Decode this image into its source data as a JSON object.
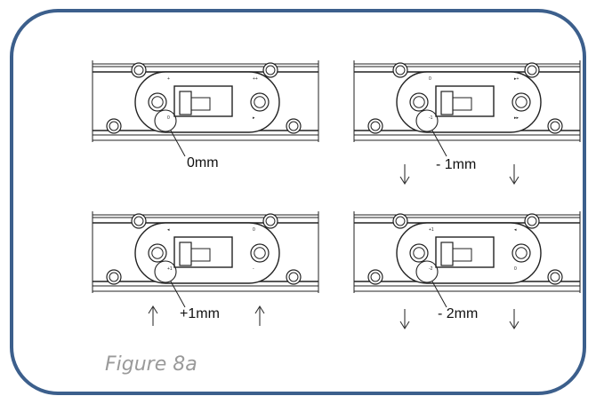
{
  "frame": {
    "border_color": "#3c5f8c",
    "background": "#ffffff"
  },
  "panels": [
    {
      "id": "zero",
      "label": "0mm",
      "arrows": "none",
      "markers": [
        "+",
        "++",
        "▸",
        "0"
      ]
    },
    {
      "id": "minus1",
      "label": "- 1mm",
      "arrows": "down",
      "markers": [
        "0",
        "▸+",
        "▸▸",
        "-1"
      ]
    },
    {
      "id": "plus1",
      "label": "+1mm",
      "arrows": "up",
      "markers": [
        "◂",
        "0",
        "-",
        "+1"
      ]
    },
    {
      "id": "minus2",
      "label": "- 2mm",
      "arrows": "down",
      "markers": [
        "+1",
        "◂",
        "0",
        "-2"
      ]
    }
  ],
  "caption": "Figure 8a"
}
